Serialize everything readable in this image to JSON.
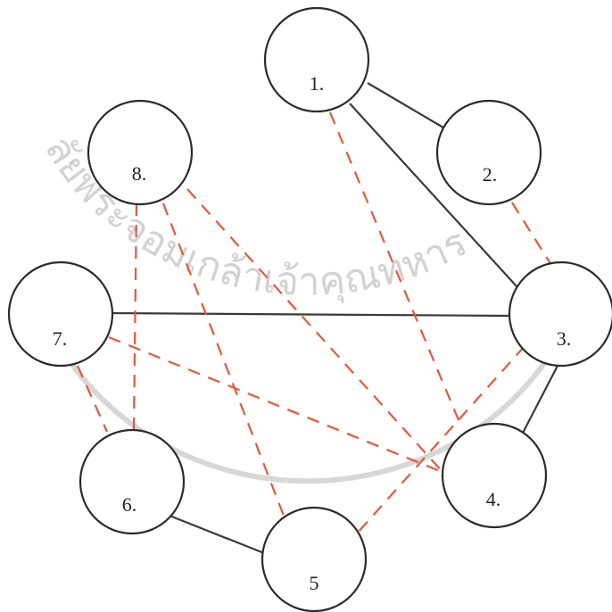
{
  "diagram": {
    "nodes": [
      {
        "id": "1",
        "label": "1."
      },
      {
        "id": "2",
        "label": "2."
      },
      {
        "id": "3",
        "label": "3."
      },
      {
        "id": "4",
        "label": "4."
      },
      {
        "id": "5",
        "label": "5"
      },
      {
        "id": "6",
        "label": "6."
      },
      {
        "id": "7",
        "label": "7."
      },
      {
        "id": "8",
        "label": "8."
      }
    ],
    "edges": [
      {
        "from": "1",
        "to": "2",
        "style": "solid"
      },
      {
        "from": "1",
        "to": "3",
        "style": "solid"
      },
      {
        "from": "7",
        "to": "3",
        "style": "solid"
      },
      {
        "from": "3",
        "to": "4",
        "style": "solid"
      },
      {
        "from": "6",
        "to": "5",
        "style": "solid"
      },
      {
        "from": "1",
        "to": "4",
        "style": "dashed"
      },
      {
        "from": "2",
        "to": "3",
        "style": "dashed"
      },
      {
        "from": "8",
        "to": "6",
        "style": "dashed"
      },
      {
        "from": "8",
        "to": "5",
        "style": "dashed"
      },
      {
        "from": "8",
        "to": "4",
        "style": "dashed"
      },
      {
        "from": "7",
        "to": "6",
        "style": "dashed"
      },
      {
        "from": "7",
        "to": "4",
        "style": "dashed"
      },
      {
        "from": "3",
        "to": "5",
        "style": "dashed"
      }
    ],
    "colors": {
      "solid_edge": "#3a3a3a",
      "dashed_edge": "#e8563a",
      "node_outline": "#2b2b2b",
      "watermark": "#d2d2d2"
    }
  },
  "watermark": {
    "text": "ลัยพระจอมเกล้าเจ้าคุณทหาร"
  }
}
